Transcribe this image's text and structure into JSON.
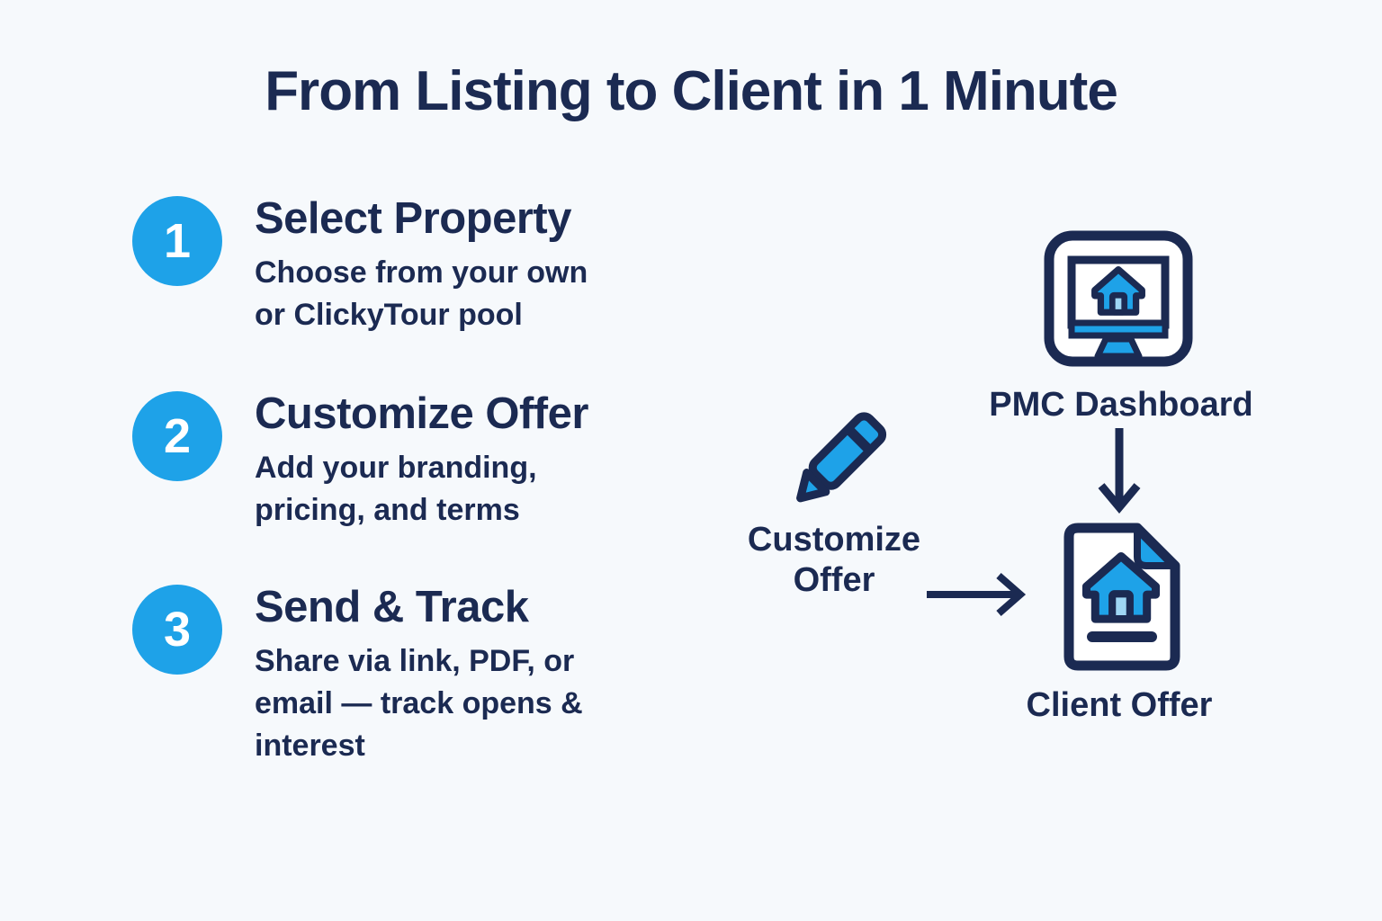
{
  "title": "From Listing to Client in 1 Minute",
  "steps": [
    {
      "number": "1",
      "heading": "Select Property",
      "description": [
        "Choose from your own",
        "or ClickyTour pool"
      ]
    },
    {
      "number": "2",
      "heading": "Customize Offer",
      "description": [
        "Add your branding,",
        "pricing, and terms"
      ]
    },
    {
      "number": "3",
      "heading": "Send & Track",
      "description": [
        "Share via link, PDF, or",
        "email — track opens &",
        "interest"
      ]
    }
  ],
  "flow": {
    "dashboard": {
      "label": "PMC Dashboard",
      "icon": "monitor-house-icon"
    },
    "customize": {
      "label": [
        "Customize",
        "Offer"
      ],
      "icon": "pencil-icon"
    },
    "client": {
      "label": "Client Offer",
      "icon": "document-house-icon"
    },
    "arrows": [
      "down-arrow-icon",
      "right-arrow-icon"
    ]
  },
  "colors": {
    "navy": "#1b2a52",
    "blue": "#1ea2e8",
    "blue_light": "#9ed6f4",
    "background": "#f6f9fc"
  }
}
